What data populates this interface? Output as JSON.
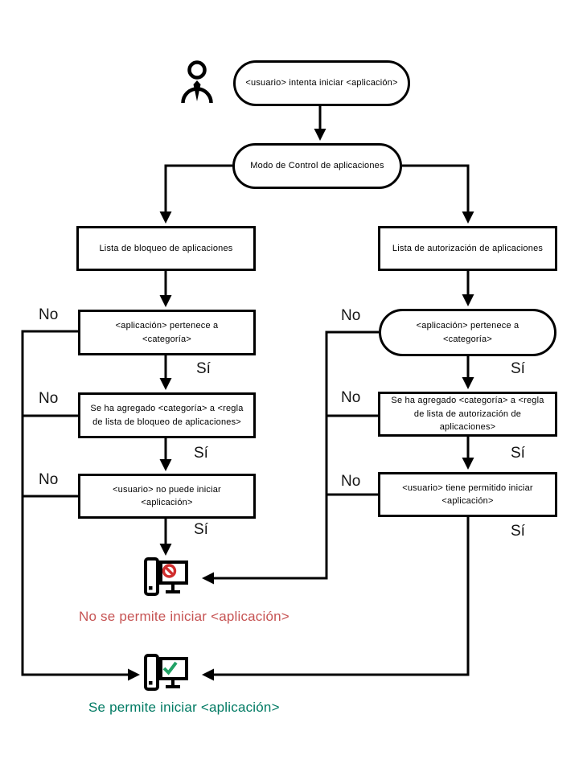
{
  "colors": {
    "line": "#000000",
    "blocked_text": "#C65353",
    "allowed_text": "#007A63",
    "prohibition_red": "#D02E2E",
    "check_green": "#21A266"
  },
  "labels": {
    "no": "No",
    "si": "Sí"
  },
  "icons": {
    "user": "person-outline",
    "blocked": "computer-with-prohibition-sign",
    "allowed": "computer-with-checkmark"
  },
  "nodes": {
    "start": "<usuario> intenta iniciar <aplicación>",
    "mode": "Modo de Control de aplicaciones",
    "blocklist": "Lista de bloqueo de aplicaciones",
    "allowlist": "Lista de autorización de aplicaciones",
    "left_category": "<aplicación> pertenece a <categoría>",
    "left_rule": "Se ha agregado  <categoría> a <regla de lista de bloqueo de aplicaciones>",
    "left_deny": "<usuario> no puede iniciar <aplicación>",
    "right_category": "<aplicación> pertenece a <categoría>",
    "right_rule": "Se ha agregado <categoría> a <regla de lista de autorización de aplicaciones>",
    "right_allow": "<usuario> tiene permitido iniciar <aplicación>"
  },
  "results": {
    "blocked": "No se permite iniciar <aplicación>",
    "allowed": "Se permite iniciar <aplicación>"
  }
}
